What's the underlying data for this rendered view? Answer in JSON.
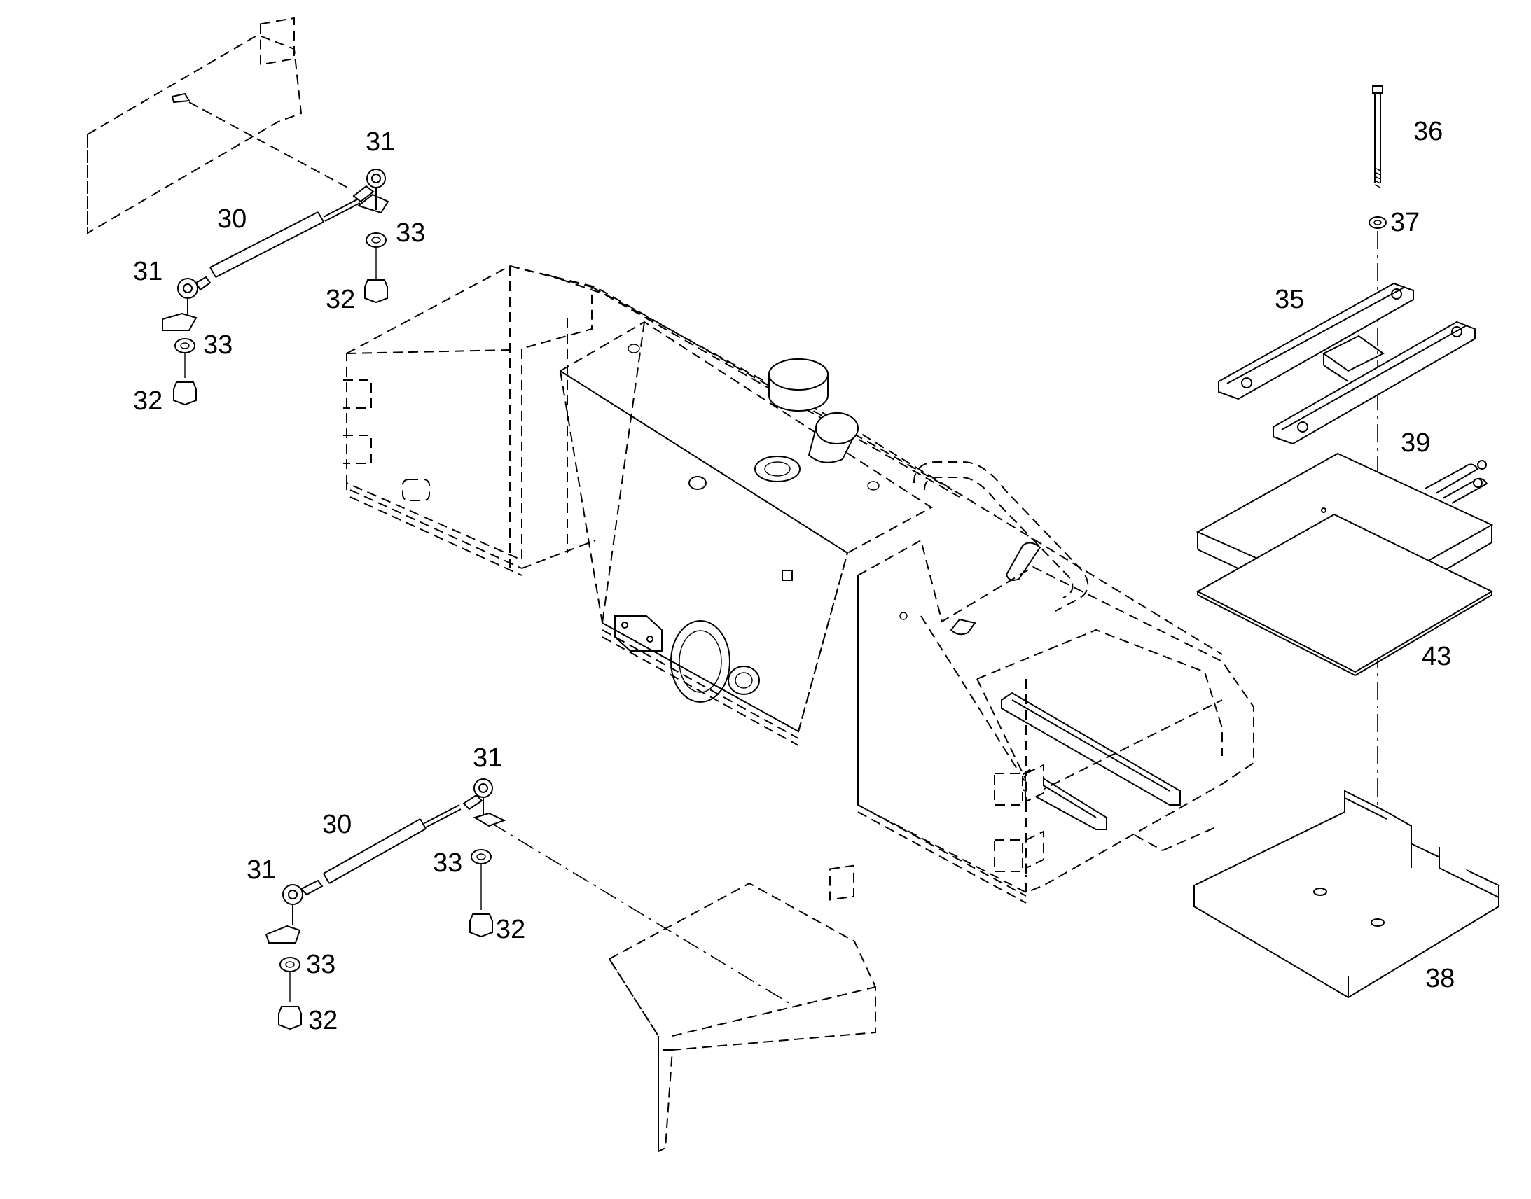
{
  "callouts": {
    "c30a": "30",
    "c31a": "31",
    "c31b": "31",
    "c32a": "32",
    "c32b": "32",
    "c33a": "33",
    "c33b": "33",
    "c30b": "30",
    "c31c": "31",
    "c31d": "31",
    "c32c": "32",
    "c32d": "32",
    "c33c": "33",
    "c33d": "33",
    "c35": "35",
    "c36": "36",
    "c37": "37",
    "c38": "38",
    "c39": "39",
    "c43": "43"
  }
}
